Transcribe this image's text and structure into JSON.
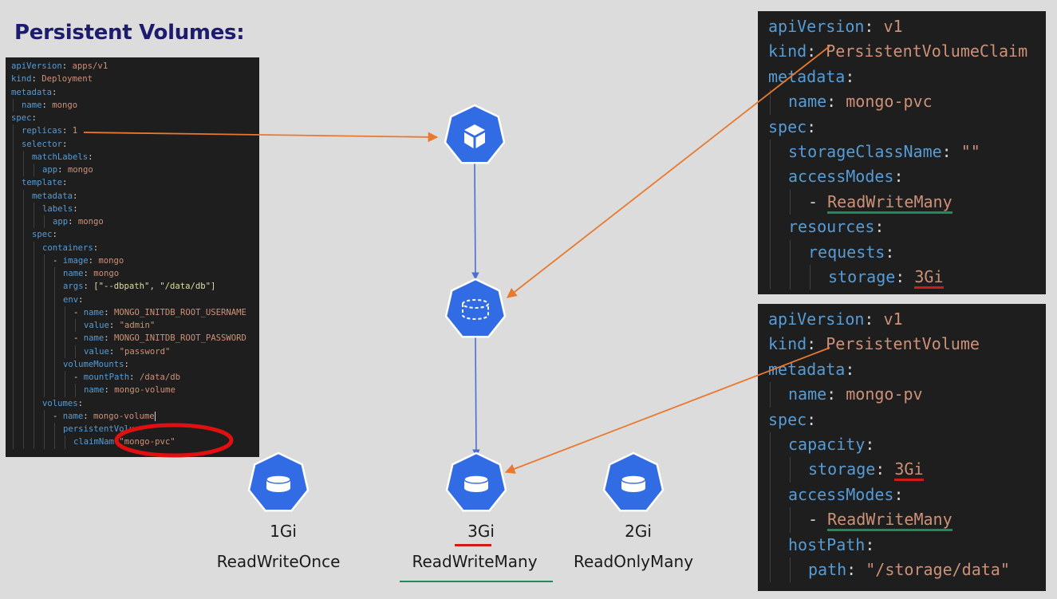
{
  "title": "Persistent Volumes:",
  "deployment_yaml": [
    {
      "ind": 0,
      "k": "apiVersion",
      "v": "apps/v1"
    },
    {
      "ind": 0,
      "k": "kind",
      "v": "Deployment"
    },
    {
      "ind": 0,
      "k": "metadata",
      "v": ""
    },
    {
      "ind": 1,
      "k": "name",
      "v": "mongo"
    },
    {
      "ind": 0,
      "k": "spec",
      "v": ""
    },
    {
      "ind": 1,
      "k": "replicas",
      "v": "1"
    },
    {
      "ind": 1,
      "k": "selector",
      "v": ""
    },
    {
      "ind": 2,
      "k": "matchLabels",
      "v": ""
    },
    {
      "ind": 3,
      "k": "app",
      "v": "mongo"
    },
    {
      "ind": 1,
      "k": "template",
      "v": ""
    },
    {
      "ind": 2,
      "k": "metadata",
      "v": ""
    },
    {
      "ind": 3,
      "k": "labels",
      "v": ""
    },
    {
      "ind": 4,
      "k": "app",
      "v": "mongo"
    },
    {
      "ind": 2,
      "k": "spec",
      "v": ""
    },
    {
      "ind": 3,
      "k": "containers",
      "v": ""
    },
    {
      "ind": 4,
      "dash": true,
      "k": "image",
      "v": "mongo"
    },
    {
      "ind": 5,
      "k": "name",
      "v": "mongo"
    },
    {
      "ind": 5,
      "k": "args",
      "v": "[\"--dbpath\", \"/data/db\"]"
    },
    {
      "ind": 5,
      "k": "env",
      "v": ""
    },
    {
      "ind": 6,
      "dash": true,
      "k": "name",
      "v": "MONGO_INITDB_ROOT_USERNAME"
    },
    {
      "ind": 7,
      "k": "value",
      "v": "\"admin\""
    },
    {
      "ind": 6,
      "dash": true,
      "k": "name",
      "v": "MONGO_INITDB_ROOT_PASSWORD"
    },
    {
      "ind": 7,
      "k": "value",
      "v": "\"password\""
    },
    {
      "ind": 5,
      "k": "volumeMounts",
      "v": ""
    },
    {
      "ind": 6,
      "dash": true,
      "k": "mountPath",
      "v": "/data/db"
    },
    {
      "ind": 7,
      "k": "name",
      "v": "mongo-volume"
    },
    {
      "ind": 3,
      "k": "volumes",
      "v": ""
    },
    {
      "ind": 4,
      "dash": true,
      "k": "name",
      "v": "mongo-volume",
      "cursor": true
    },
    {
      "ind": 5,
      "k": "persistentVolumeClaim",
      "v": "",
      "raw": "persistentVolu"
    },
    {
      "ind": 6,
      "k": "claimName",
      "v": "\"mongo-pvc\"",
      "raw": "claimNam"
    }
  ],
  "pvc_yaml": [
    {
      "ind": 0,
      "k": "apiVersion",
      "v": "v1"
    },
    {
      "ind": 0,
      "k": "kind",
      "v": "PersistentVolumeClaim"
    },
    {
      "ind": 0,
      "k": "metadata",
      "v": ""
    },
    {
      "ind": 1,
      "k": "name",
      "v": "mongo-pvc"
    },
    {
      "ind": 0,
      "k": "spec",
      "v": ""
    },
    {
      "ind": 1,
      "k": "storageClassName",
      "v": "\"\""
    },
    {
      "ind": 1,
      "k": "accessModes",
      "v": ""
    },
    {
      "ind": 2,
      "dash": true,
      "k": "",
      "v": "ReadWriteMany",
      "hl": "green"
    },
    {
      "ind": 1,
      "k": "resources",
      "v": ""
    },
    {
      "ind": 2,
      "k": "requests",
      "v": ""
    },
    {
      "ind": 3,
      "k": "storage",
      "v": "3Gi",
      "hl": "red"
    }
  ],
  "pv_yaml": [
    {
      "ind": 0,
      "k": "apiVersion",
      "v": "v1"
    },
    {
      "ind": 0,
      "k": "kind",
      "v": "PersistentVolume"
    },
    {
      "ind": 0,
      "k": "metadata",
      "v": ""
    },
    {
      "ind": 1,
      "k": "name",
      "v": "mongo-pv"
    },
    {
      "ind": 0,
      "k": "spec",
      "v": ""
    },
    {
      "ind": 1,
      "k": "capacity",
      "v": ""
    },
    {
      "ind": 2,
      "k": "storage",
      "v": "3Gi",
      "hl": "red"
    },
    {
      "ind": 1,
      "k": "accessModes",
      "v": ""
    },
    {
      "ind": 2,
      "dash": true,
      "k": "",
      "v": "ReadWriteMany",
      "hl": "green"
    },
    {
      "ind": 1,
      "k": "hostPath",
      "v": ""
    },
    {
      "ind": 2,
      "k": "path",
      "v": "\"/storage/data\""
    }
  ],
  "nodes": {
    "deployment": {
      "icon": "cube-icon"
    },
    "claim": {
      "icon": "dashed-cylinder-icon"
    },
    "volumes": [
      {
        "size": "1Gi",
        "mode": "ReadWriteOnce",
        "icon": "cylinder-icon"
      },
      {
        "size": "3Gi",
        "mode": "ReadWriteMany",
        "icon": "cylinder-icon",
        "highlight": true
      },
      {
        "size": "2Gi",
        "mode": "ReadOnlyMany",
        "icon": "cylinder-icon"
      }
    ]
  },
  "colors": {
    "k8s_blue": "#326ce5",
    "arrow_orange": "#e8792f",
    "edge_blue": "#4a6fd0",
    "highlight_red": "#d01b1b",
    "highlight_green": "#1f8a5c",
    "title": "#1d1b6e"
  }
}
